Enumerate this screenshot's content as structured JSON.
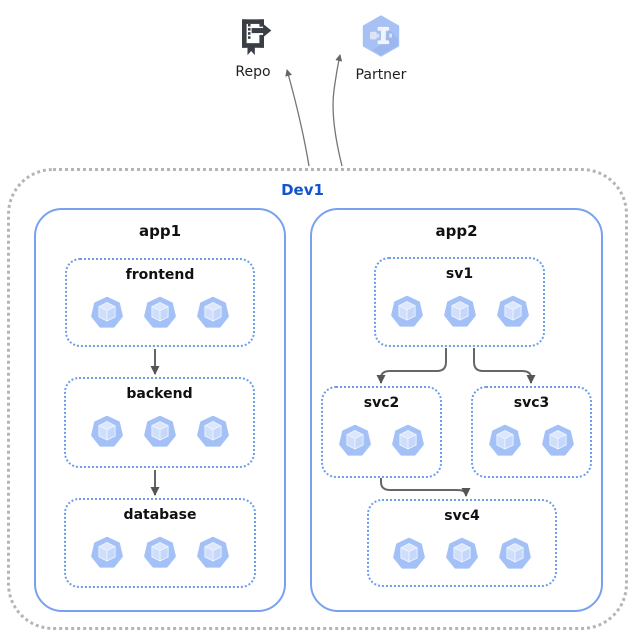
{
  "diagram": {
    "environment_label": "Dev1",
    "external_nodes": [
      {
        "id": "repo",
        "label": "Repo",
        "icon": "source-repo-icon"
      },
      {
        "id": "partner",
        "label": "Partner",
        "icon": "partner-hexagon-icon"
      }
    ],
    "apps": [
      {
        "label": "app1",
        "services": [
          {
            "name": "frontend",
            "pods": 3
          },
          {
            "name": "backend",
            "pods": 3
          },
          {
            "name": "database",
            "pods": 3
          }
        ]
      },
      {
        "label": "app2",
        "services": [
          {
            "name": "sv1",
            "pods": 3
          },
          {
            "name": "svc2",
            "pods": 2
          },
          {
            "name": "svc3",
            "pods": 2
          },
          {
            "name": "svc4",
            "pods": 3
          }
        ]
      }
    ],
    "connections": [
      {
        "from": "frontend",
        "to": "backend"
      },
      {
        "from": "backend",
        "to": "database"
      },
      {
        "from": "sv1",
        "to": "svc2"
      },
      {
        "from": "sv1",
        "to": "svc3"
      },
      {
        "from": "svc2",
        "to": "svc4"
      },
      {
        "from": "Dev1",
        "to": "Repo"
      },
      {
        "from": "Dev1",
        "to": "Partner"
      }
    ],
    "colors": {
      "environment_label": "#1155cc",
      "environment_border": "#b5b5b5",
      "app_border": "#78a2ef",
      "service_border": "#6d9eeb",
      "pod_heptagon": "#a3c1f7",
      "pod_cube": "#d2e0fb",
      "arrow": "#666666",
      "repo_icon": "#3a3e45",
      "partner_hexagon": "#a8c1f4",
      "title_text": "#111111"
    }
  }
}
